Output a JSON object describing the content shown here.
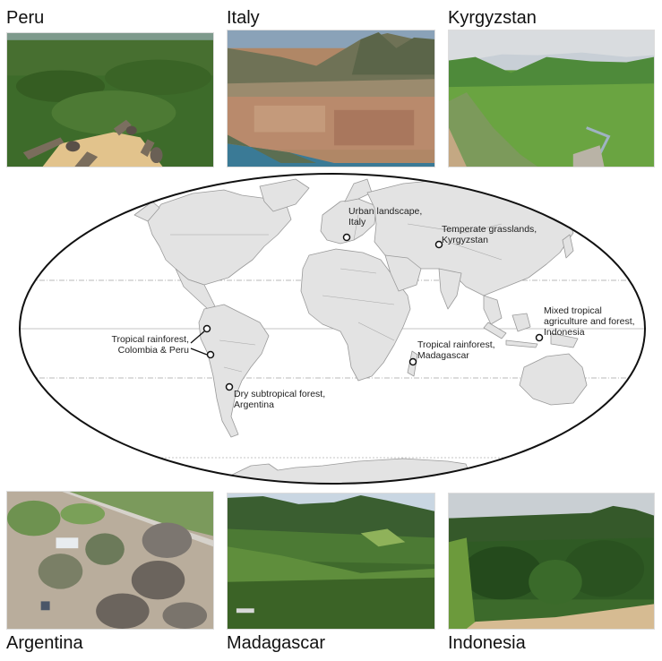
{
  "figure": {
    "panels": [
      {
        "id": "peru",
        "title": "Peru",
        "scene": "aerial-view-rainforest-village-thatched-huts"
      },
      {
        "id": "italy",
        "title": "Italy",
        "scene": "aerial-view-city-in-alpine-valley-with-river"
      },
      {
        "id": "kyrgyzstan",
        "title": "Kyrgyzstan",
        "scene": "green-grassland-valley-snowy-mountains"
      },
      {
        "id": "argentina",
        "title": "Argentina",
        "scene": "aerial-view-dry-forest-with-road-and-buildings"
      },
      {
        "id": "madagascar",
        "title": "Madagascar",
        "scene": "forested-hills-tropical-valley"
      },
      {
        "id": "indonesia",
        "title": "Indonesia",
        "scene": "oil-palm-plantation-on-hills"
      }
    ],
    "map": {
      "projection": "mollweide-world-map",
      "land_color": "#e3e3e3",
      "border_color": "#9a9a9a",
      "outline_color": "#111111",
      "gridlines": [
        "tropic-of-cancer",
        "equator",
        "tropic-of-capricorn",
        "antarctic-circle"
      ],
      "sites": [
        {
          "id": "italy",
          "label_line1": "Urban landscape,",
          "label_line2": "Italy"
        },
        {
          "id": "kyrgyzstan",
          "label_line1": "Temperate grasslands,",
          "label_line2": "Kyrgyzstan"
        },
        {
          "id": "colombia-peru",
          "label_line1": "Tropical rainforest,",
          "label_line2": "Colombia & Peru",
          "marker_count": 2
        },
        {
          "id": "argentina",
          "label_line1": "Dry subtropical forest,",
          "label_line2": "Argentina"
        },
        {
          "id": "madagascar",
          "label_line1": "Tropical rainforest,",
          "label_line2": "Madagascar"
        },
        {
          "id": "indonesia",
          "label_line1": "Mixed tropical",
          "label_line2": "agriculture and forest,",
          "label_line3": "Indonesia"
        }
      ]
    }
  }
}
